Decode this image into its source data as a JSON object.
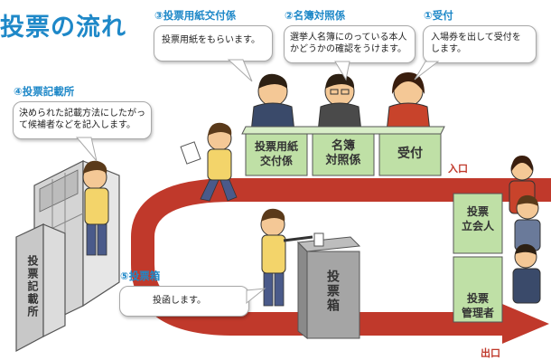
{
  "title": "投票の流れ",
  "colors": {
    "accent_blue": "#1e88c8",
    "arrow_red": "#c0392b",
    "desk_green": "#bfe0a6",
    "booth_gray": "#c8c8c8",
    "box_gray": "#9b9b9b"
  },
  "steps": [
    {
      "title": "①受付",
      "text": [
        "入場券を出して受付を",
        "します。"
      ]
    },
    {
      "title": "②名簿対照係",
      "text": [
        "選挙人名簿にのっている本人",
        "かどうかの確認をうけます。"
      ]
    },
    {
      "title": "③投票用紙交付係",
      "text": [
        "投票用紙をもらいます。"
      ]
    },
    {
      "title": "④投票記載所",
      "text": [
        "決められた記載方法にしたがっ",
        "て候補者などを記入します。"
      ]
    },
    {
      "title": "⑤投票箱",
      "text": [
        "投函します。"
      ]
    }
  ],
  "desks": {
    "ballot_issue": [
      "投票用紙",
      "交付係"
    ],
    "roster_check": [
      "名簿",
      "対照係"
    ],
    "reception": "受付"
  },
  "booth_label": "投票記載所",
  "box_label": "投票箱",
  "observer_label": [
    "投票",
    "立会人"
  ],
  "manager_label": [
    "投票",
    "管理者"
  ],
  "entrance_label": "入口",
  "exit_label": "出口",
  "icons": [
    "voter-figure",
    "official-figure",
    "ballot-paper",
    "flow-arrow"
  ]
}
